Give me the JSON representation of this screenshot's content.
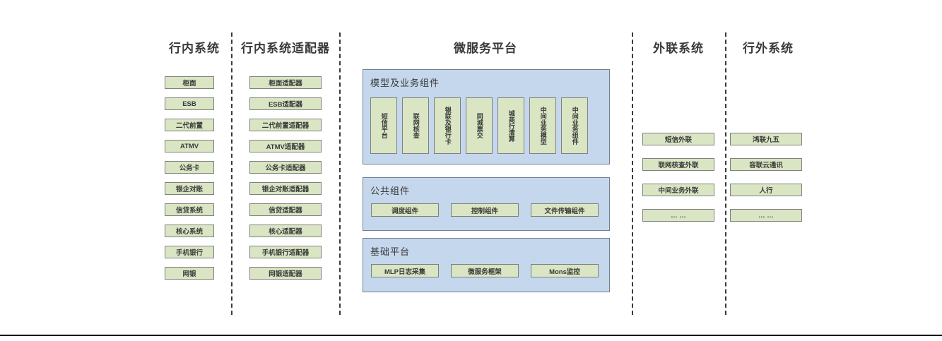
{
  "diagram": {
    "columns": [
      {
        "id": "internal-systems",
        "title": "行内系统",
        "items": [
          "柜面",
          "ESB",
          "二代前置",
          "ATMV",
          "公务卡",
          "银企对账",
          "信贷系统",
          "核心系统",
          "手机银行",
          "网银"
        ]
      },
      {
        "id": "internal-system-adapters",
        "title": "行内系统适配器",
        "items": [
          "柜面适配器",
          "ESB适配器",
          "二代前置适配器",
          "ATMV适配器",
          "公务卡适配器",
          "银企对账适配器",
          "信贷适配器",
          "核心适配器",
          "手机银行适配器",
          "网银适配器"
        ]
      },
      {
        "id": "microservice-platform",
        "title": "微服务平台",
        "sections": [
          {
            "title": "模型及业务组件",
            "orientation": "vertical",
            "items": [
              "短信平台",
              "联网核查",
              "银联及银行卡",
              "同城票交",
              "城商行清算",
              "中间业务模型",
              "中间业务组件"
            ]
          },
          {
            "title": "公共组件",
            "orientation": "horizontal",
            "items": [
              "调度组件",
              "控制组件",
              "文件传输组件"
            ]
          },
          {
            "title": "基础平台",
            "orientation": "horizontal",
            "items": [
              "MLP日志采集",
              "微服务框架",
              "Mons监控"
            ]
          }
        ]
      },
      {
        "id": "outreach-systems",
        "title": "外联系统",
        "items": [
          "短信外联",
          "联网核查外联",
          "中间业务外联",
          "… …"
        ]
      },
      {
        "id": "external-systems",
        "title": "行外系统",
        "items": [
          "鸿联九五",
          "容联云通讯",
          "人行",
          "… …"
        ]
      }
    ],
    "colors": {
      "box_green": "#d9e5c3",
      "box_green_border": "#808080",
      "panel_blue": "#c4d7ec",
      "panel_blue_border": "#70808f",
      "text": "#3a3a3a",
      "divider": "#3a3a3a",
      "baseline": "#000000"
    }
  }
}
